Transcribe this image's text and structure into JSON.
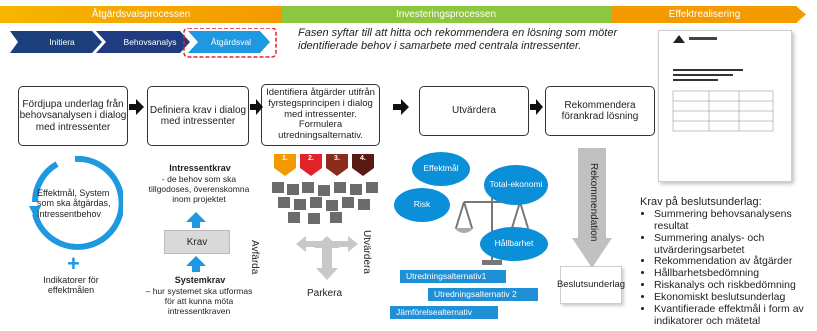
{
  "phases": {
    "atgardsvals": "Åtgärdsvalsprocessen",
    "investering": "Investeringsprocessen",
    "effekt": "Effektrealisering"
  },
  "steps": [
    "Initiera",
    "Behovsanalys",
    "Åtgärdsval"
  ],
  "intro_text": "Fasen syftar till att hitta och rekommendera en lösning som möter identifierade behov i samarbete med centrala intressenter.",
  "process_boxes": [
    "Fördjupa underlag från behovsanalysen i dialog med intressenter",
    "Definiera krav i dialog med intressenter",
    "Identifiera åtgärder utifrån fyrstegsprincipen i dialog med intressenter. Formulera utredningsalternativ.",
    "Utvärdera",
    "Rekommendera förankrad lösning"
  ],
  "effect_circle": {
    "text": "Effektmål, System som ska åtgärdas, Intressentbehov",
    "footer": "Indikatorer för effektmålen"
  },
  "requirements": {
    "intressentkrav_title": "Intressentkrav",
    "intressentkrav_desc": "- de behov som ska tillgodoses, överenskomna inom projektet",
    "krav_label": "Krav",
    "systemkrav_title": "Systemkrav",
    "systemkrav_desc": "– hur systemet ska utformas för att kunna möta intressentkraven"
  },
  "fyrsteg": {
    "steps": [
      "1.",
      "2.",
      "3.",
      "4."
    ],
    "left": "Avfärda",
    "right": "Utvärdera",
    "bottom": "Parkera"
  },
  "evaluation": {
    "bubbles": [
      "Effektmål",
      "Total-ekonomi",
      "Risk",
      "Hållbarhet"
    ],
    "alternatives": [
      "Utredningsalternativ1",
      "Utredningsalternativ 2",
      "Jämförelsealternativ"
    ]
  },
  "recommendation": {
    "vertical": "Rekommendation",
    "beslut": "Beslutsunderlag"
  },
  "krav_beslut": {
    "title": "Krav på beslutsunderlag:",
    "items": [
      "Summering behovsanalysens resultat",
      "Summering analys- och utvärderingsarbetet",
      "Rekommendation av åtgärder",
      "Hållbarhetsbedömning",
      "Riskanalys och riskbedömning",
      "Ekonomiskt beslutsunderlag",
      "Kvantifierade effektmål i form av indikatorer och mätetal"
    ]
  },
  "colors": {
    "orange": "#f39a00",
    "green": "#8dc63f",
    "navy": "#1a3f7a",
    "blue": "#1e8fd6",
    "red": "#e0242a"
  }
}
